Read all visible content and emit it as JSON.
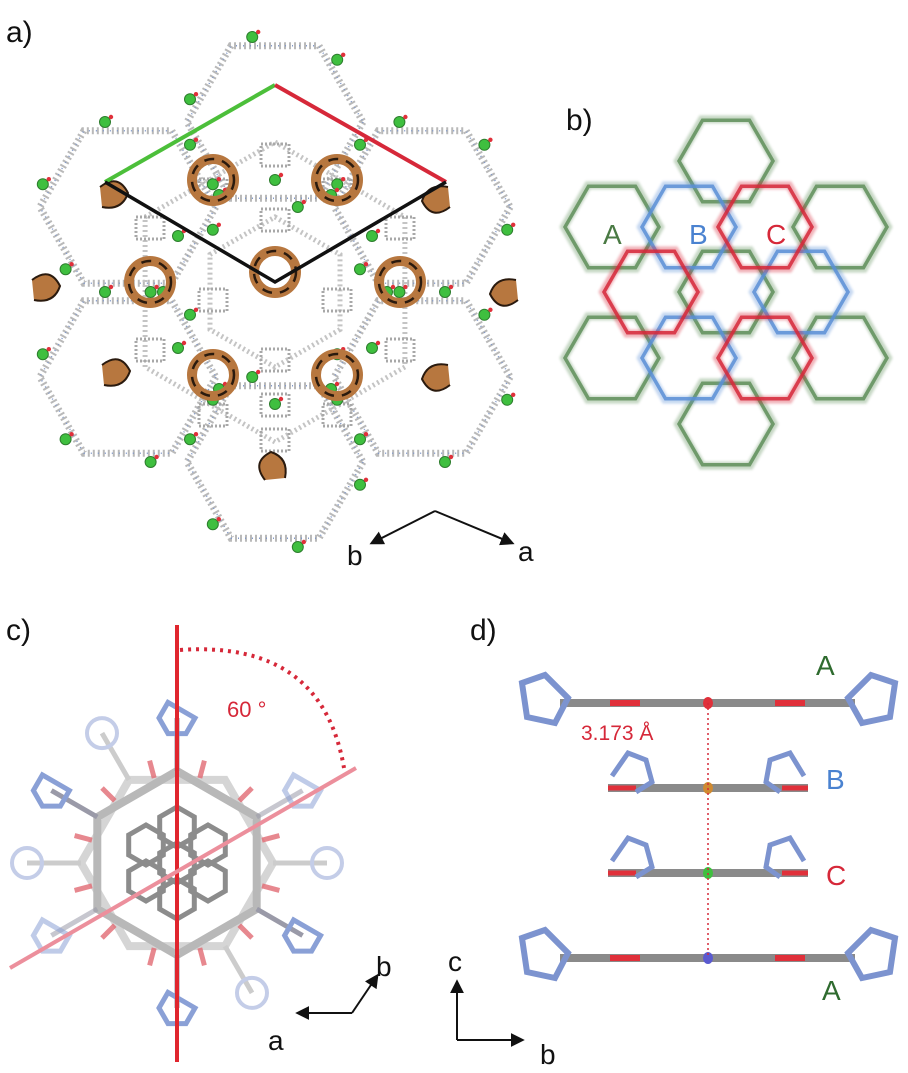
{
  "panels": {
    "a": {
      "label": "a)",
      "axis_a": "a",
      "axis_b": "b"
    },
    "b": {
      "label": "b)",
      "layer_labels": [
        "A",
        "B",
        "C"
      ]
    },
    "c": {
      "label": "c)",
      "angle_text": "60 °",
      "axis_a": "a",
      "axis_b": "b"
    },
    "d": {
      "label": "d)",
      "distance_text": "3.173 Å",
      "stack_labels": [
        "A",
        "B",
        "C",
        "A"
      ],
      "axis_c": "c",
      "axis_b": "b"
    }
  },
  "colors": {
    "green": "#5f8f5a",
    "blue": "#5b8fd6",
    "red": "#d62839",
    "copper": "#b7773f",
    "node_green": "#3fbf3f",
    "grey": "#9a9a9a"
  }
}
